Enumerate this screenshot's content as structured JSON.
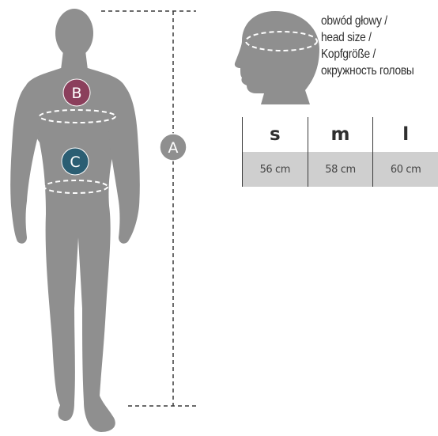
{
  "head_caption": {
    "line1": "obwód głowy /",
    "line2": "head size /",
    "line3": "Kopfgröße /",
    "line4": "окружность головы"
  },
  "markers": {
    "a": "A",
    "b": "B",
    "c": "C"
  },
  "colors": {
    "silhouette": "#8f8f8f",
    "marker_a": "#8f8f8f",
    "marker_b": "#8b3f5c",
    "marker_c": "#2b5e73",
    "table_values_bg": "#cfcfcf"
  },
  "size_table": {
    "headers": [
      "s",
      "m",
      "l"
    ],
    "values": [
      "56 cm",
      "58 cm",
      "60 cm"
    ]
  }
}
